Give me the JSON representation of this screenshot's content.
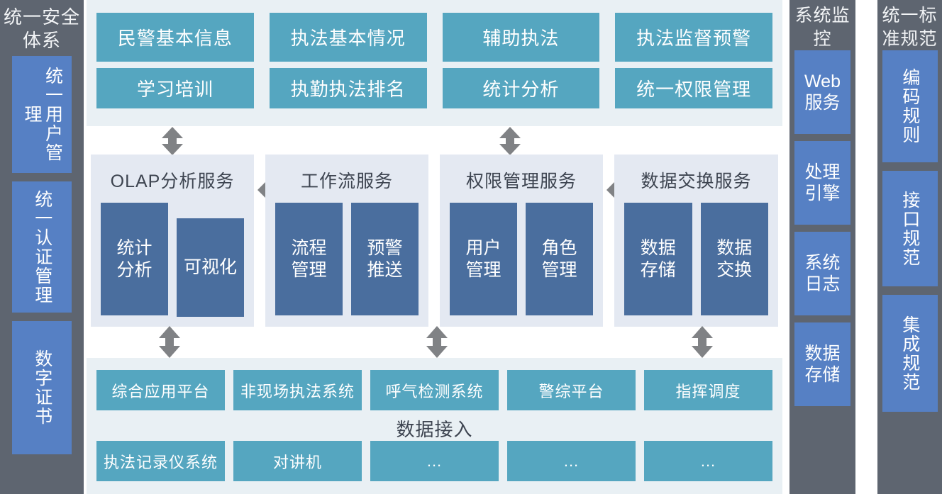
{
  "left_sidebar": {
    "title": "统一安全体系",
    "items": [
      {
        "label": "统一用户管理"
      },
      {
        "label": "统一认证管理"
      },
      {
        "label": "数字证书"
      }
    ]
  },
  "application_layer": {
    "cards": [
      {
        "label": "民警基本信息"
      },
      {
        "label": "执法基本情况"
      },
      {
        "label": "辅助执法"
      },
      {
        "label": "执法监督预警"
      },
      {
        "label": "学习培训"
      },
      {
        "label": "执勤执法排名"
      },
      {
        "label": "统计分析"
      },
      {
        "label": "统一权限管理"
      }
    ]
  },
  "service_layer": {
    "panels": [
      {
        "title": "OLAP分析服务",
        "boxes": [
          {
            "label": "统计\n分析"
          },
          {
            "label": "可视化"
          }
        ]
      },
      {
        "title": "工作流服务",
        "boxes": [
          {
            "label": "流程\n管理"
          },
          {
            "label": "预警\n推送"
          }
        ]
      },
      {
        "title": "权限管理服务",
        "boxes": [
          {
            "label": "用户\n管理"
          },
          {
            "label": "角色\n管理"
          }
        ]
      },
      {
        "title": "数据交换服务",
        "boxes": [
          {
            "label": "数据\n存储"
          },
          {
            "label": "数据\n交换"
          }
        ]
      }
    ]
  },
  "data_layer": {
    "label": "数据接入",
    "top_row": [
      {
        "label": "综合应用平台"
      },
      {
        "label": "非现场执法系统"
      },
      {
        "label": "呼气检测系统"
      },
      {
        "label": "警综平台"
      },
      {
        "label": "指挥调度"
      }
    ],
    "bottom_row": [
      {
        "label": "执法记录仪系统"
      },
      {
        "label": "对讲机"
      },
      {
        "label": "..."
      },
      {
        "label": "..."
      },
      {
        "label": "..."
      }
    ]
  },
  "sysmon_sidebar": {
    "title": "系统监控",
    "items": [
      {
        "line1": "Web",
        "line2": "服务"
      },
      {
        "line1": "处理",
        "line2": "引擎"
      },
      {
        "line1": "系统",
        "line2": "日志"
      },
      {
        "line1": "数据",
        "line2": "存储"
      }
    ]
  },
  "standards_sidebar": {
    "title": "统一标准规范",
    "items": [
      {
        "label": "编码规则"
      },
      {
        "label": "接口规范"
      },
      {
        "label": "集成规范"
      }
    ]
  },
  "colors": {
    "gray_panel": "#5e6570",
    "blue_card": "#5680c4",
    "teal_card": "#55a6c0",
    "service_box": "#4a6e9e",
    "app_band_bg": "#e9f0f4",
    "service_panel_bg": "#e4e9f2",
    "arrow": "#808285"
  }
}
